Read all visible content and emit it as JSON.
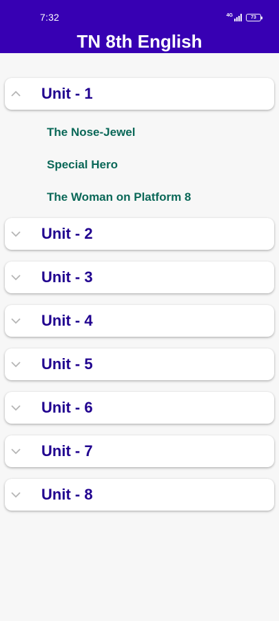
{
  "status_bar": {
    "time": "7:32",
    "network": "4G",
    "battery": "73"
  },
  "header": {
    "title": "TN 8th English",
    "background": "#3700b3"
  },
  "units": [
    {
      "label": "Unit - 1",
      "expanded": true,
      "chapters": [
        "The Nose-Jewel",
        "Special Hero",
        "The Woman on Platform 8"
      ]
    },
    {
      "label": "Unit - 2",
      "expanded": false
    },
    {
      "label": "Unit - 3",
      "expanded": false
    },
    {
      "label": "Unit - 4",
      "expanded": false
    },
    {
      "label": "Unit - 5",
      "expanded": false
    },
    {
      "label": "Unit - 6",
      "expanded": false
    },
    {
      "label": "Unit - 7",
      "expanded": false
    },
    {
      "label": "Unit - 8",
      "expanded": false
    }
  ],
  "colors": {
    "unit_text": "#20018f",
    "chapter_text": "#0b6858",
    "chevron": "#b5b5b5"
  },
  "icons": {
    "expanded": "chevron-up-icon",
    "collapsed": "chevron-down-icon"
  }
}
